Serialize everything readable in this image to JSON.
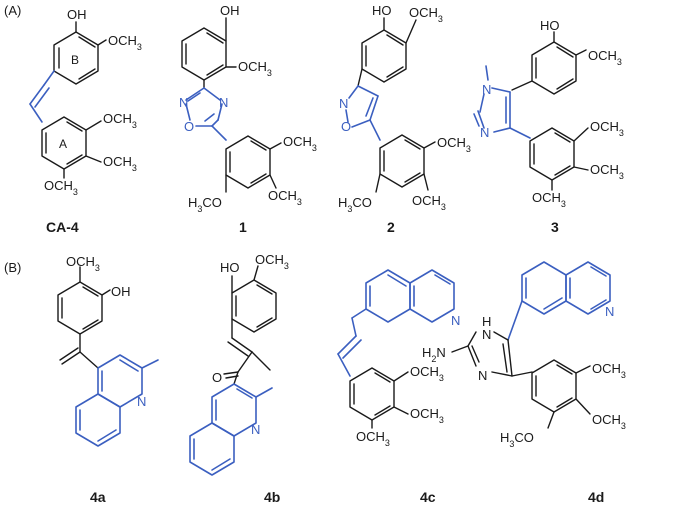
{
  "panels": {
    "a": "(A)",
    "b": "(B)"
  },
  "compounds": {
    "ca4": {
      "label": "CA-4",
      "oh": "OH",
      "b_ring": "B",
      "a_ring": "A",
      "och3_b": "OCH3",
      "och3_1": "OCH3",
      "och3_2": "OCH3",
      "och3_3": "OCH3"
    },
    "c1": {
      "label": "1",
      "oh": "OH",
      "och3_top": "OCH3",
      "n1": "N",
      "n2": "N",
      "o": "O",
      "och3_r": "OCH3",
      "h3co": "H3CO",
      "och3_b": "OCH3"
    },
    "c2": {
      "label": "2",
      "ho": "HO",
      "och3_top": "OCH3",
      "n": "N",
      "o": "O",
      "och3_r": "OCH3",
      "h3co": "H3CO",
      "och3_b": "OCH3"
    },
    "c3": {
      "label": "3",
      "ho": "HO",
      "och3_top": "OCH3",
      "n_me": "N",
      "n": "N",
      "och3_1": "OCH3",
      "och3_2": "OCH3",
      "och3_3": "OCH3"
    },
    "c4a": {
      "label": "4a",
      "och3": "OCH3",
      "oh": "OH",
      "n": "N"
    },
    "c4b": {
      "label": "4b",
      "ho": "HO",
      "och3": "OCH3",
      "o": "O",
      "n": "N"
    },
    "c4c": {
      "label": "4c",
      "n": "N",
      "och3_1": "OCH3",
      "och3_2": "OCH3",
      "och3_3": "OCH3"
    },
    "c4d": {
      "label": "4d",
      "h": "H",
      "n_h": "N",
      "n": "N",
      "h2n": "H2N",
      "n_q": "N",
      "och3_1": "OCH3",
      "och3_2": "OCH3",
      "h3co": "H3CO"
    }
  }
}
